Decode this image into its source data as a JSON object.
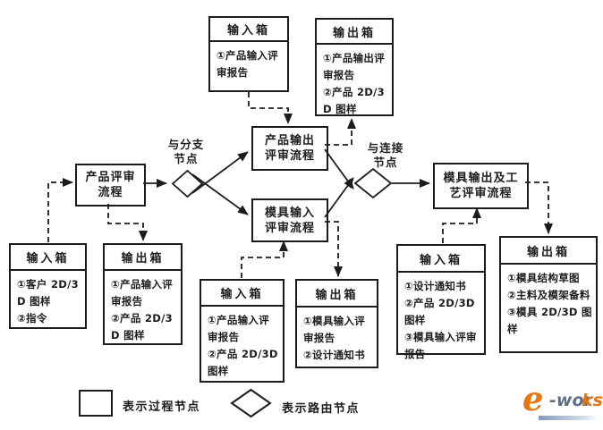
{
  "colors": {
    "ink": "#1c1c1c",
    "background": "#ffffff",
    "logo_orange": "#e9750f",
    "logo_slate": "#5f6e86",
    "logo_bar": "#8098bc"
  },
  "process_nodes": [
    {
      "id": "product-review",
      "lines": [
        "产品评审",
        "流程"
      ]
    },
    {
      "id": "product-output-review",
      "lines": [
        "产品输出",
        "评审流程"
      ]
    },
    {
      "id": "mold-input-review",
      "lines": [
        "模具输入",
        "评审流程"
      ]
    },
    {
      "id": "mold-output-craft-review",
      "lines": [
        "模具输出及工",
        "艺评审流程"
      ]
    }
  ],
  "router_nodes": [
    {
      "id": "and-branch-node",
      "lines": [
        "与分支",
        "节点"
      ]
    },
    {
      "id": "and-connect-node",
      "lines": [
        "与连接",
        "节点"
      ]
    }
  ],
  "io_boxes": [
    {
      "id": "input-box-top",
      "title": "输入箱",
      "items": [
        "①产品输入评审报告"
      ]
    },
    {
      "id": "output-box-top",
      "title": "输出箱",
      "items": [
        "①产品输出评审报告",
        "②产品 2D/3D 图样"
      ]
    },
    {
      "id": "input-box-far-left",
      "title": "输入箱",
      "items": [
        "①客户 2D/3D 图样",
        "②指令"
      ]
    },
    {
      "id": "output-box-left",
      "title": "输出箱",
      "items": [
        "①产品输入评审报告",
        "②产品 2D/3D 图样"
      ]
    },
    {
      "id": "input-box-middle",
      "title": "输入箱",
      "items": [
        "①产品输入评审报告",
        "②产品 2D/3D 图样"
      ]
    },
    {
      "id": "output-box-middle",
      "title": "输出箱",
      "items": [
        "①模具输入评审报告",
        "②设计通知书"
      ]
    },
    {
      "id": "input-box-right",
      "title": "输入箱",
      "items": [
        "①设计通知书",
        "②产品 2D/3D 图样",
        "③模具输入评审报告"
      ]
    },
    {
      "id": "output-box-far-right",
      "title": "输出箱",
      "items": [
        "①模具结构草图",
        "②主料及模架备料",
        "③模具 2D/3D 图样"
      ]
    }
  ],
  "legend": {
    "process_label": "表示过程节点",
    "router_label": "表示路由节点"
  },
  "watermark": {
    "e": "e",
    "rest_gray": "-wor",
    "rest_orange": "ks"
  }
}
